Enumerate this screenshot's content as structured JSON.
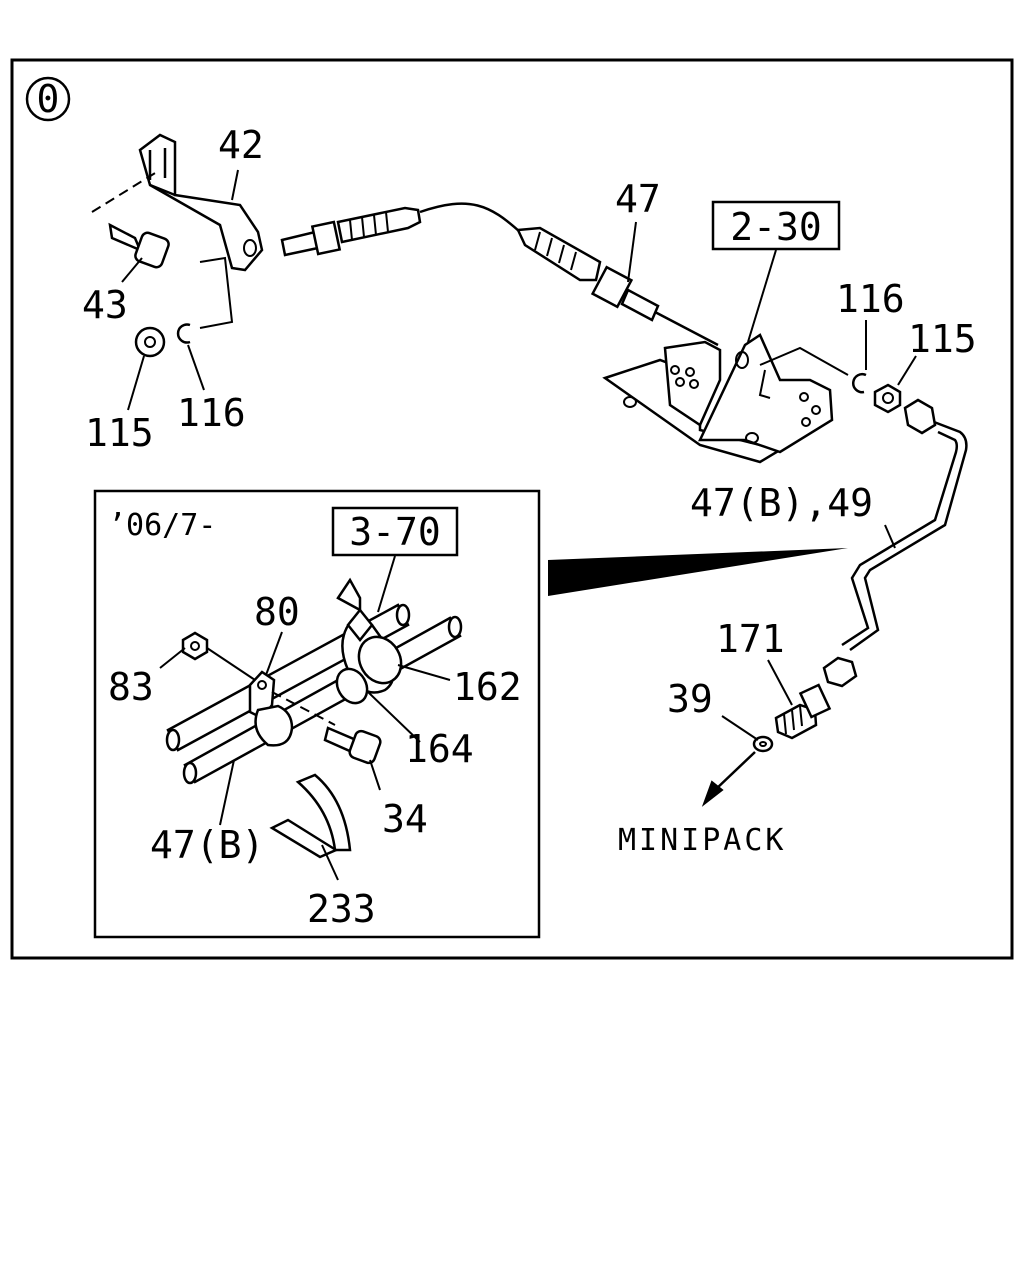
{
  "diagram": {
    "section_mark": "0",
    "inset_date": "’06/7-",
    "refs": {
      "main": "2-30",
      "inset": "3-70"
    },
    "minipack": "MINIPACK",
    "labels": {
      "l42": "42",
      "l43": "43",
      "l115a": "115",
      "l116a": "116",
      "l47": "47",
      "l116b": "116",
      "l115b": "115",
      "l47b49": "47(B),49",
      "l171": "171",
      "l39": "39",
      "l80": "80",
      "l83": "83",
      "l162": "162",
      "l164": "164",
      "l34": "34",
      "l47b": "47(B)",
      "l233": "233"
    }
  }
}
